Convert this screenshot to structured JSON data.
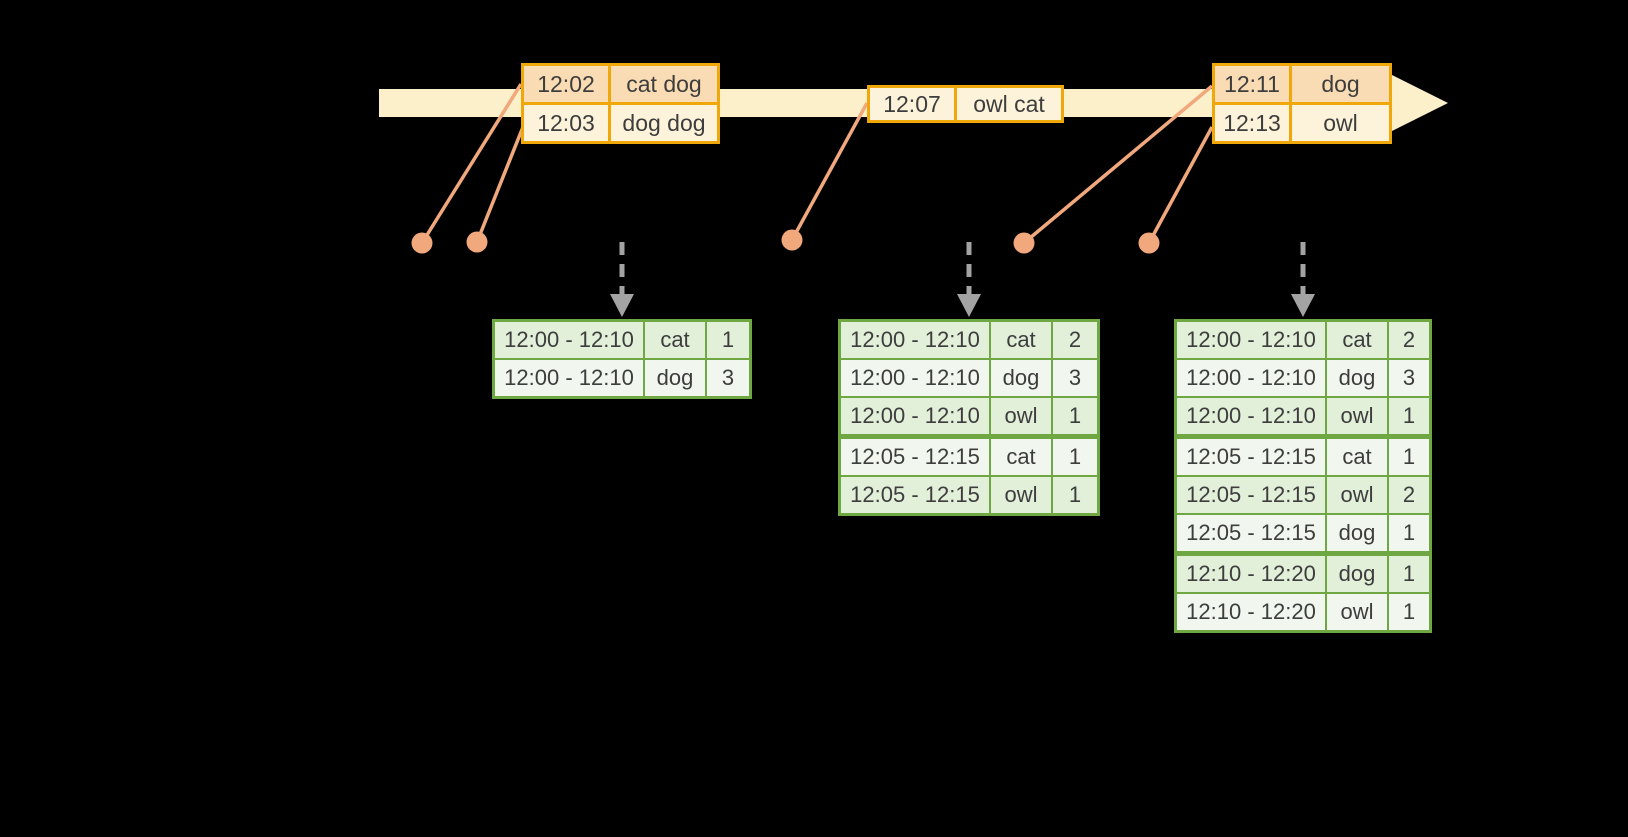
{
  "colors": {
    "background": "#000000",
    "timeline-fill": "#fbf0ca",
    "event-border": "#f0a70a",
    "event-row-dark": "#fadcb4",
    "event-row-light": "#fdf3da",
    "connector": "#f0a87c",
    "arrow-gray": "#a3a3a3",
    "result-border": "#6fa843",
    "result-row-dark": "#e2efd9",
    "result-row-light": "#f1f7ee",
    "text": "#3d3d3d"
  },
  "timeline": {
    "event_tables": [
      {
        "rows": [
          {
            "time": "12:02",
            "words": "cat dog"
          },
          {
            "time": "12:03",
            "words": "dog dog"
          }
        ]
      },
      {
        "rows": [
          {
            "time": "12:07",
            "words": "owl cat"
          }
        ]
      },
      {
        "rows": [
          {
            "time": "12:11",
            "words": "dog"
          },
          {
            "time": "12:13",
            "words": "owl"
          }
        ]
      }
    ]
  },
  "result_tables": [
    {
      "rows": [
        {
          "window": "12:00 - 12:10",
          "word": "cat",
          "count": "1"
        },
        {
          "window": "12:00 - 12:10",
          "word": "dog",
          "count": "3"
        }
      ]
    },
    {
      "rows": [
        {
          "window": "12:00 - 12:10",
          "word": "cat",
          "count": "2"
        },
        {
          "window": "12:00 - 12:10",
          "word": "dog",
          "count": "3"
        },
        {
          "window": "12:00 - 12:10",
          "word": "owl",
          "count": "1"
        },
        {
          "window": "12:05 - 12:15",
          "word": "cat",
          "count": "1"
        },
        {
          "window": "12:05 - 12:15",
          "word": "owl",
          "count": "1"
        }
      ]
    },
    {
      "rows": [
        {
          "window": "12:00 - 12:10",
          "word": "cat",
          "count": "2"
        },
        {
          "window": "12:00 - 12:10",
          "word": "dog",
          "count": "3"
        },
        {
          "window": "12:00 - 12:10",
          "word": "owl",
          "count": "1"
        },
        {
          "window": "12:05 - 12:15",
          "word": "cat",
          "count": "1"
        },
        {
          "window": "12:05 - 12:15",
          "word": "owl",
          "count": "2"
        },
        {
          "window": "12:05 - 12:15",
          "word": "dog",
          "count": "1"
        },
        {
          "window": "12:10 - 12:20",
          "word": "dog",
          "count": "1"
        },
        {
          "window": "12:10 - 12:20",
          "word": "owl",
          "count": "1"
        }
      ]
    }
  ]
}
